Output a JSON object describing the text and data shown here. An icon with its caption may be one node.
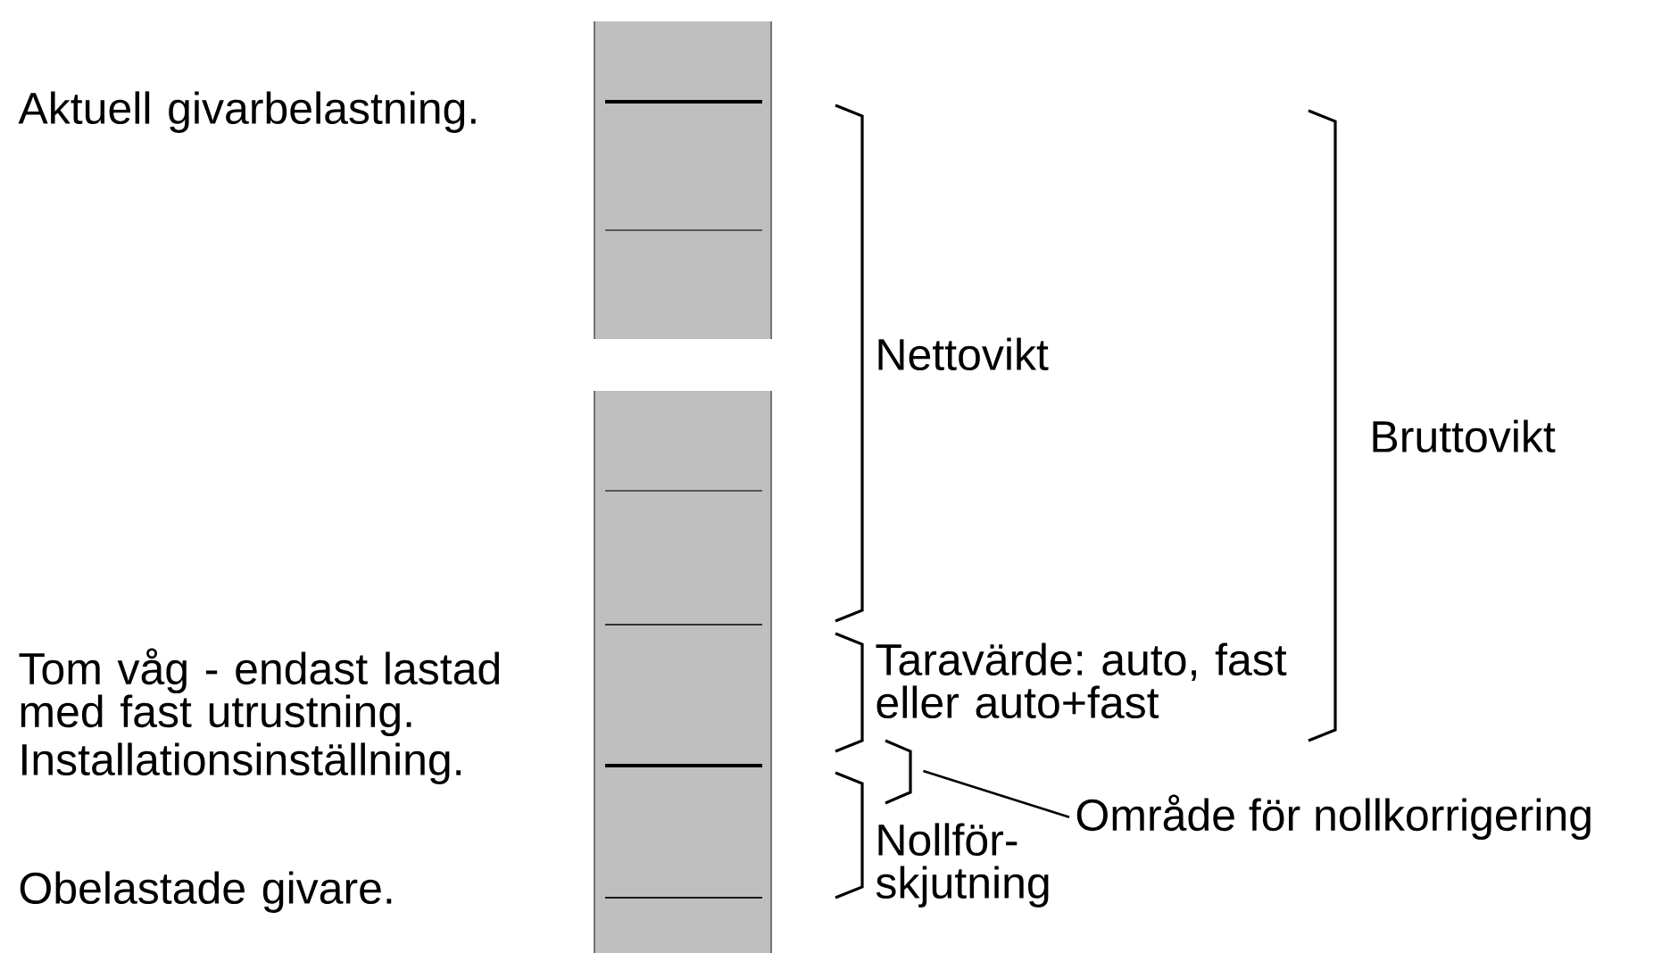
{
  "diagram": {
    "nodes": [
      {
        "text": [
          "Område för nollkorrigering"
        ]
      },
      {
        "text": [],
        "shape": "bracket"
      }
    ],
    "edges": [
      {
        "from": 0,
        "to": 1,
        "arrow": "none"
      }
    ],
    "labels": [
      "Aktuell givarbelastning.",
      "Nettovikt",
      "Bruttovikt",
      "Taravärde: auto, fast eller auto+fast",
      "Tom våg - endast lastad med fast utrustning.",
      "Installationsinställning.",
      "Nollför- skjutning",
      "Obelastade givare."
    ]
  }
}
